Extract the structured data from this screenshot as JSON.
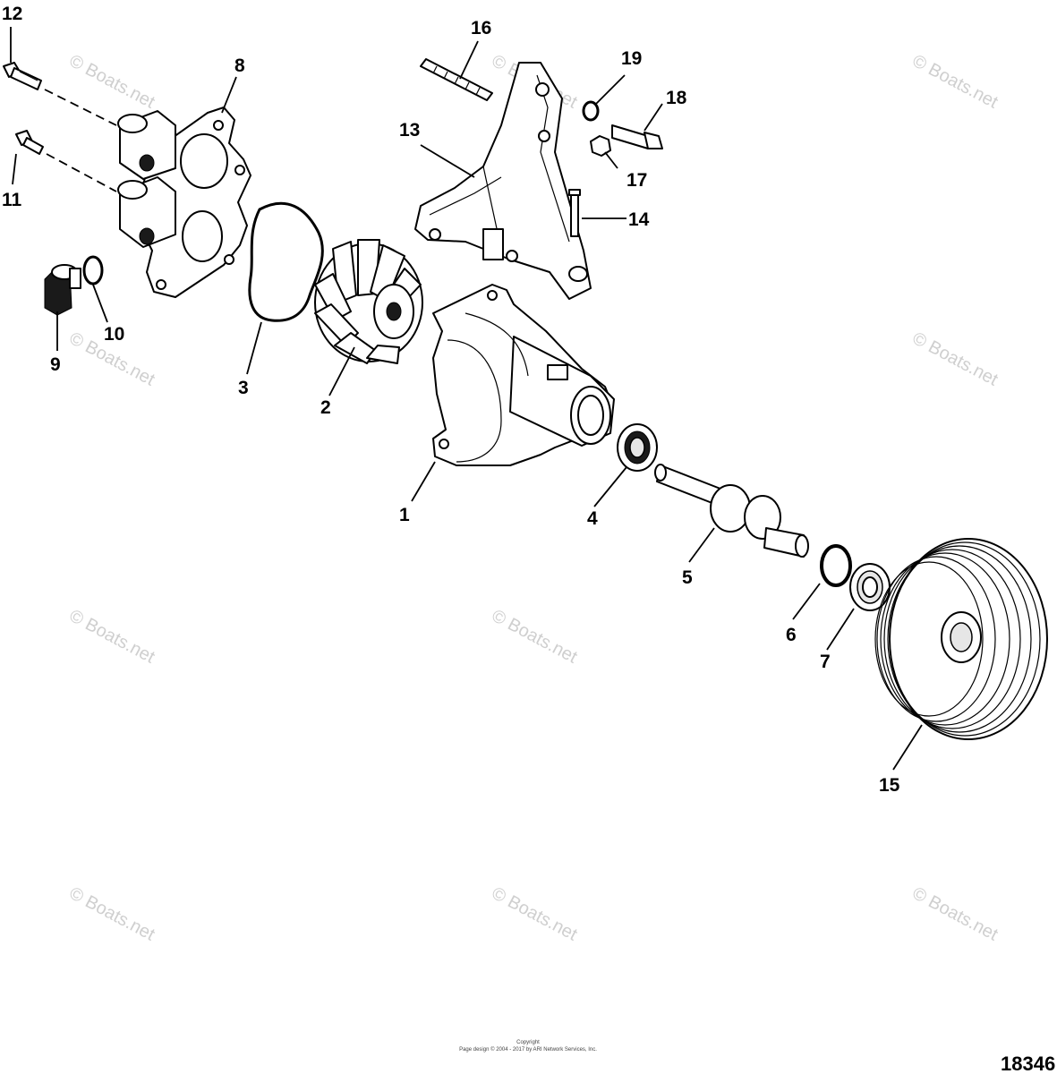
{
  "diagram": {
    "callouts": [
      "1",
      "2",
      "3",
      "4",
      "5",
      "6",
      "7",
      "8",
      "9",
      "10",
      "11",
      "12",
      "13",
      "14",
      "15",
      "16",
      "17",
      "18",
      "19"
    ],
    "watermark": "© Boats.net",
    "copyright_line1": "Copyright",
    "copyright_line2": "Page design © 2004 - 2017 by ARI Network Services, Inc.",
    "figure_number": "18346"
  }
}
